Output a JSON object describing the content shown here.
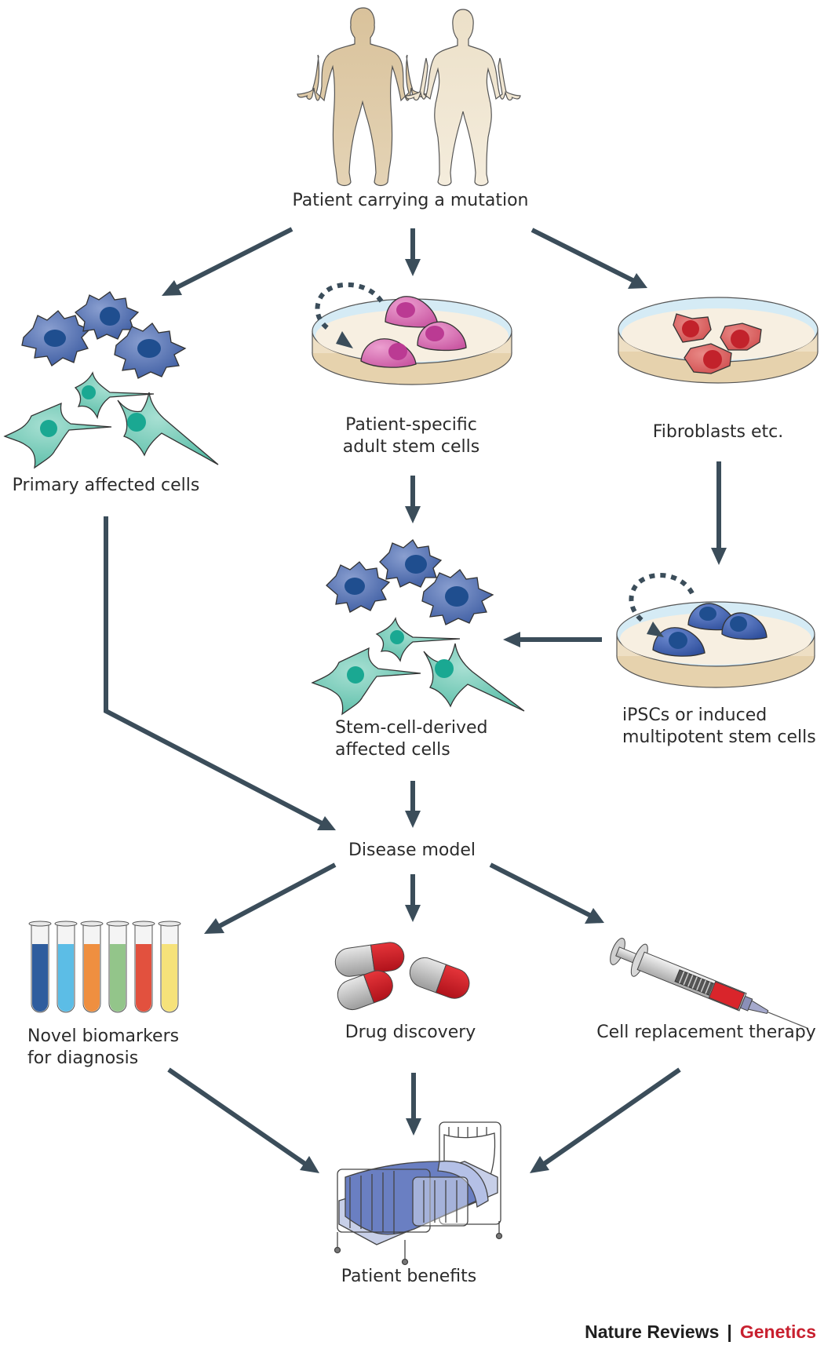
{
  "figure": {
    "source": {
      "journal": "Nature Reviews",
      "separator": "|",
      "section": "Genetics",
      "section_color": "#c8202f"
    },
    "nodes": {
      "patient": {
        "label": "Patient carrying a mutation"
      },
      "primary_cells": {
        "label": "Primary affected cells"
      },
      "adult_stem_cells": {
        "line1": "Patient-specific",
        "line2": "adult stem cells"
      },
      "fibroblasts": {
        "label": "Fibroblasts etc."
      },
      "stem_cell_derived": {
        "line1": "Stem-cell-derived",
        "line2": "affected cells"
      },
      "ipscs": {
        "line1": "iPSCs or induced",
        "line2": "multipotent stem cells"
      },
      "disease_model": {
        "label": "Disease model"
      },
      "biomarkers": {
        "line1": "Novel biomarkers",
        "line2": "for diagnosis"
      },
      "drug_discovery": {
        "label": "Drug discovery"
      },
      "cell_therapy": {
        "label": "Cell replacement therapy"
      },
      "patient_benefits": {
        "label": "Patient benefits"
      }
    },
    "edges": [
      {
        "from": "patient",
        "to": "primary_cells"
      },
      {
        "from": "patient",
        "to": "adult_stem_cells"
      },
      {
        "from": "patient",
        "to": "fibroblasts"
      },
      {
        "from": "adult_stem_cells",
        "to": "stem_cell_derived"
      },
      {
        "from": "fibroblasts",
        "to": "ipscs"
      },
      {
        "from": "ipscs",
        "to": "stem_cell_derived"
      },
      {
        "from": "primary_cells",
        "to": "disease_model"
      },
      {
        "from": "stem_cell_derived",
        "to": "disease_model"
      },
      {
        "from": "disease_model",
        "to": "biomarkers"
      },
      {
        "from": "disease_model",
        "to": "drug_discovery"
      },
      {
        "from": "disease_model",
        "to": "cell_therapy"
      },
      {
        "from": "biomarkers",
        "to": "patient_benefits"
      },
      {
        "from": "drug_discovery",
        "to": "patient_benefits"
      },
      {
        "from": "cell_therapy",
        "to": "patient_benefits"
      }
    ],
    "self_renewal_loops": [
      "adult_stem_cells",
      "ipscs"
    ],
    "colors": {
      "arrow": "#3b4d5a",
      "skin_male": "#dcc7a3",
      "skin_female": "#efe4cf",
      "blue_cell": "#4a68ad",
      "blue_nucleus": "#1f4e8f",
      "teal_cell": "#6cc5b2",
      "teal_nucleus": "#1aa892",
      "pink_cell": "#d871b3",
      "pink_nucleus": "#bb3a93",
      "red_cell": "#d8585a",
      "red_nucleus": "#c2222b",
      "dish_base": "#eedfc4",
      "dish_media": "#f7efe1",
      "dish_rim": "#d5ebf5"
    },
    "test_tube_colors": [
      "#2f5d9e",
      "#5cbde6",
      "#ef8f40",
      "#93c58a",
      "#e2513e",
      "#f6e27a"
    ]
  }
}
